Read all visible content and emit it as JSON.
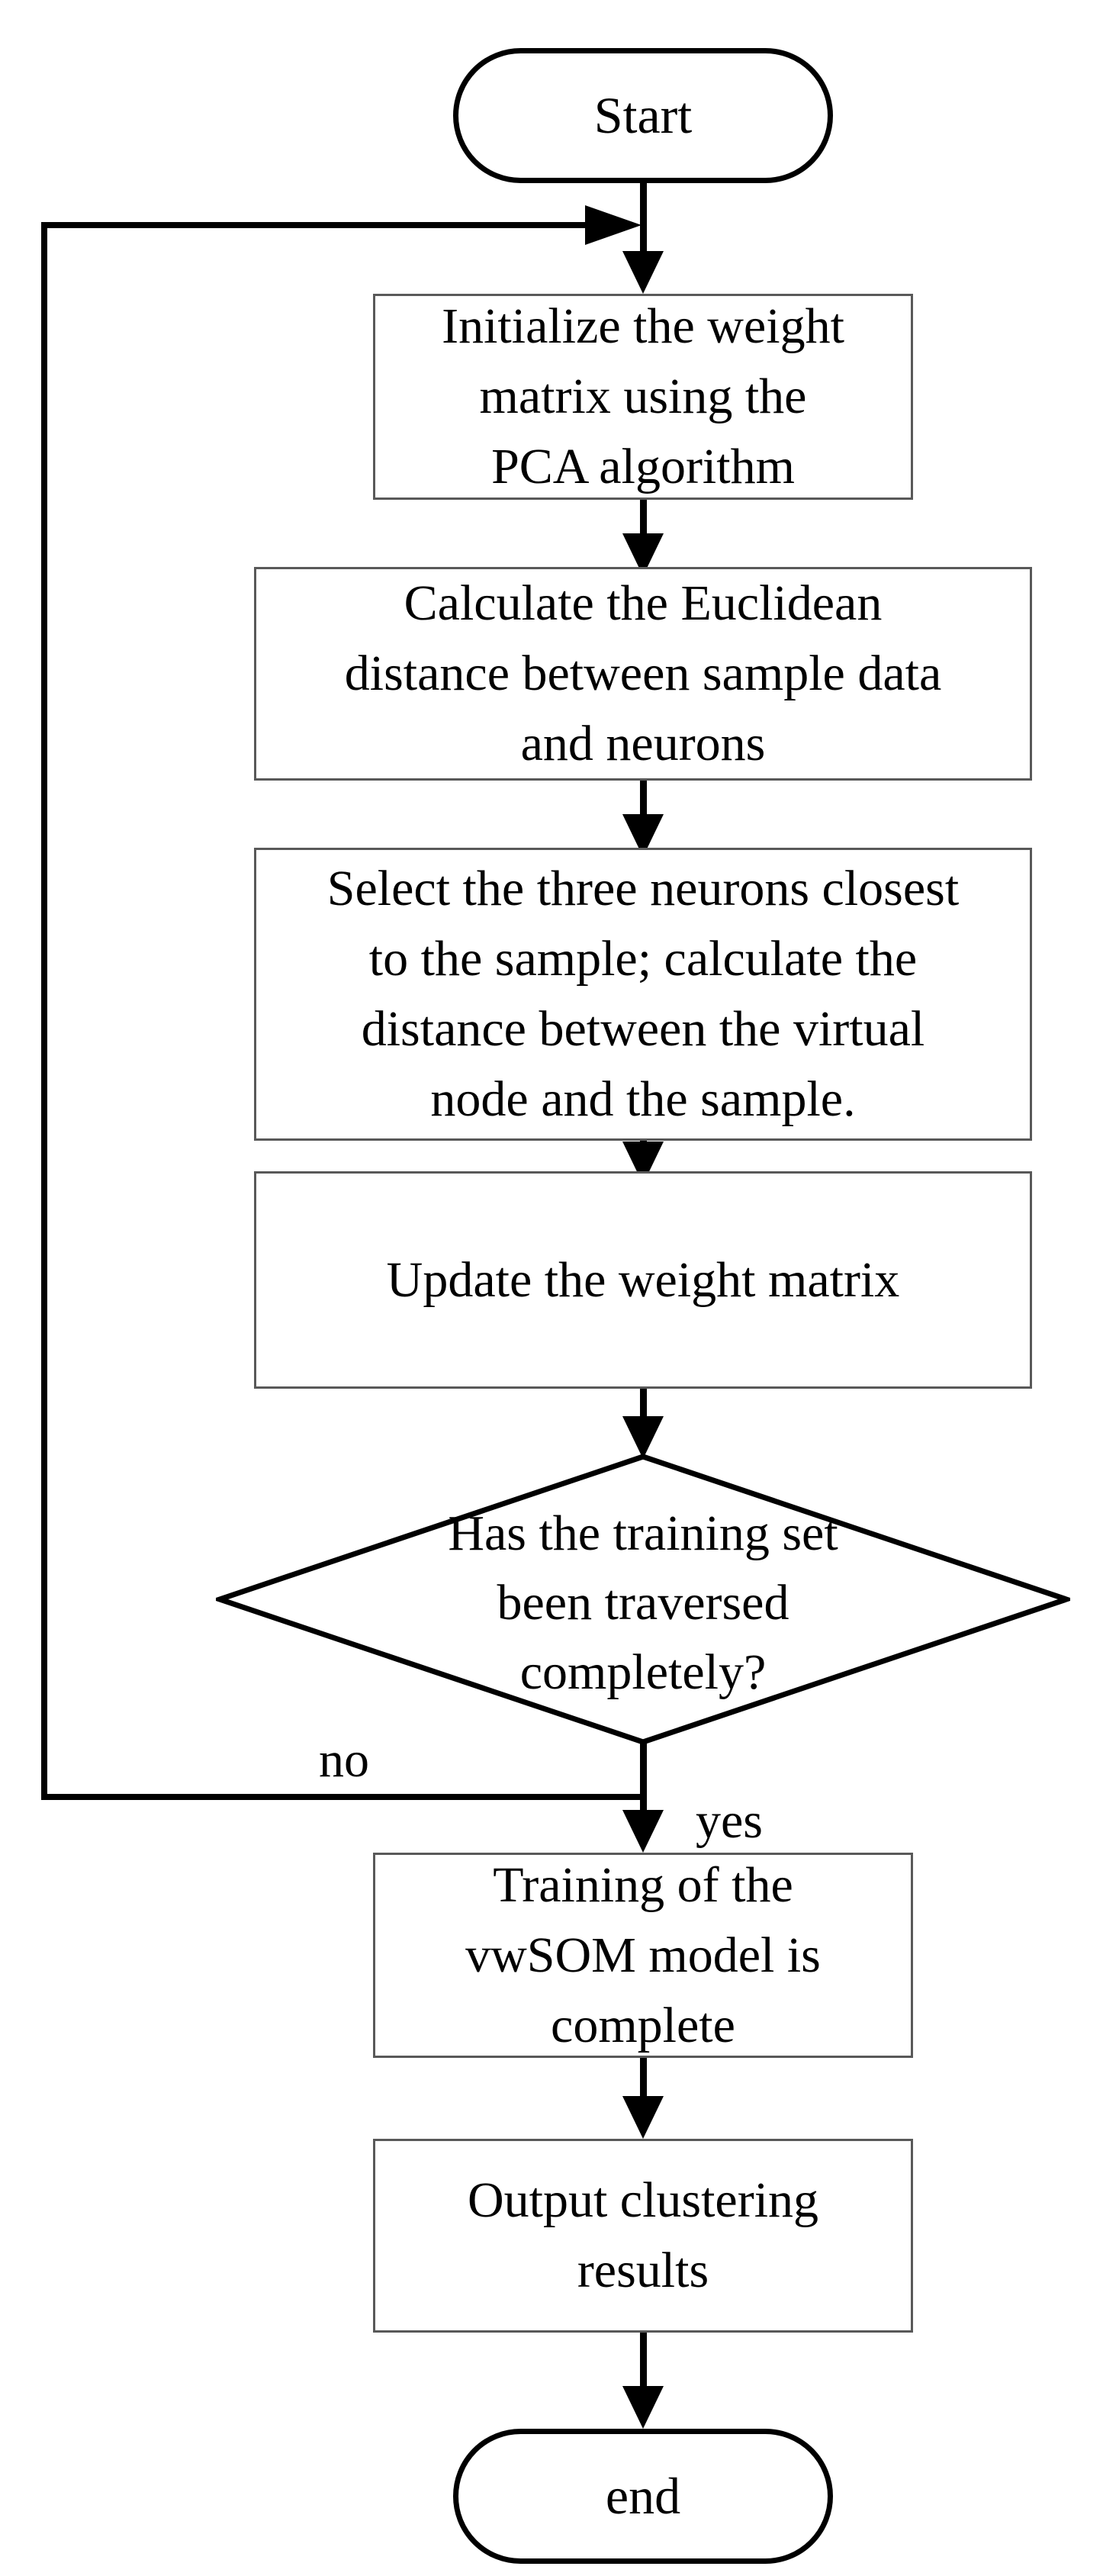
{
  "flowchart": {
    "nodes": {
      "start": "Start",
      "init_weights": "Initialize the weight\nmatrix using the\nPCA algorithm",
      "calc_distance": "Calculate the Euclidean\ndistance between sample data\nand neurons",
      "select_neurons": "Select the three neurons closest\nto the sample; calculate the\ndistance between the virtual\nnode and the sample.",
      "update_matrix": "Update the weight matrix",
      "decision": "Has the training set\nbeen traversed\ncompletely?",
      "training_complete": "Training of the\nvwSOM model is\ncomplete",
      "output_results": "Output clustering\nresults",
      "end": "end"
    },
    "edge_labels": {
      "no": "no",
      "yes": "yes"
    },
    "colors": {
      "ink": "#000000",
      "process_border": "#595959",
      "background": "#ffffff"
    }
  }
}
